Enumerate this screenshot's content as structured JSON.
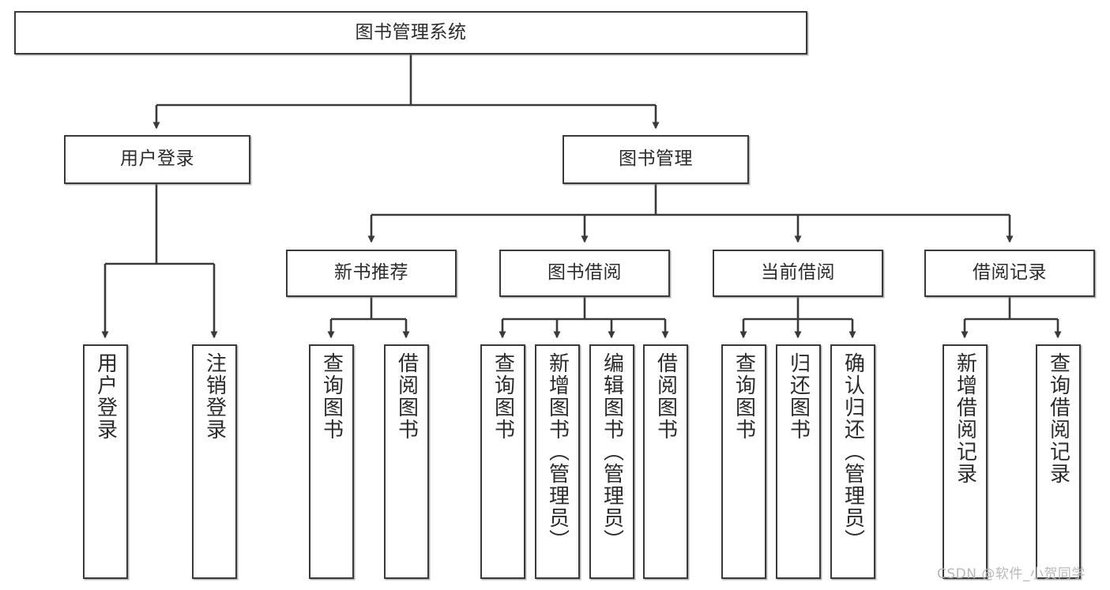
{
  "diagram": {
    "type": "tree-hierarchy-chart",
    "title": "图书管理系统",
    "line_color": "#3a3a3a",
    "box_fill": "#ffffff",
    "text_color": "#2b2b2b",
    "watermark": "CSDN @软件_小贺同学",
    "levels": {
      "root": {
        "label": "图书管理系统"
      },
      "level2": [
        {
          "label": "用户登录"
        },
        {
          "label": "图书管理"
        }
      ],
      "level3": [
        {
          "label": "新书推荐"
        },
        {
          "label": "图书借阅"
        },
        {
          "label": "当前借阅"
        },
        {
          "label": "借阅记录"
        }
      ],
      "leaves": {
        "user_login": [
          {
            "label": "用户登录"
          },
          {
            "label": "注销登录"
          }
        ],
        "new_book_recommend": [
          {
            "label": "查询图书"
          },
          {
            "label": "借阅图书"
          }
        ],
        "book_borrow": [
          {
            "label": "查询图书"
          },
          {
            "label": "新增图书（管理员）"
          },
          {
            "label": "编辑图书（管理员）"
          },
          {
            "label": "借阅图书"
          }
        ],
        "current_borrow": [
          {
            "label": "查询图书"
          },
          {
            "label": "归还图书"
          },
          {
            "label": "确认归还（管理员）"
          }
        ],
        "borrow_record": [
          {
            "label": "新增借阅记录"
          },
          {
            "label": "查询借阅记录"
          }
        ]
      }
    }
  }
}
